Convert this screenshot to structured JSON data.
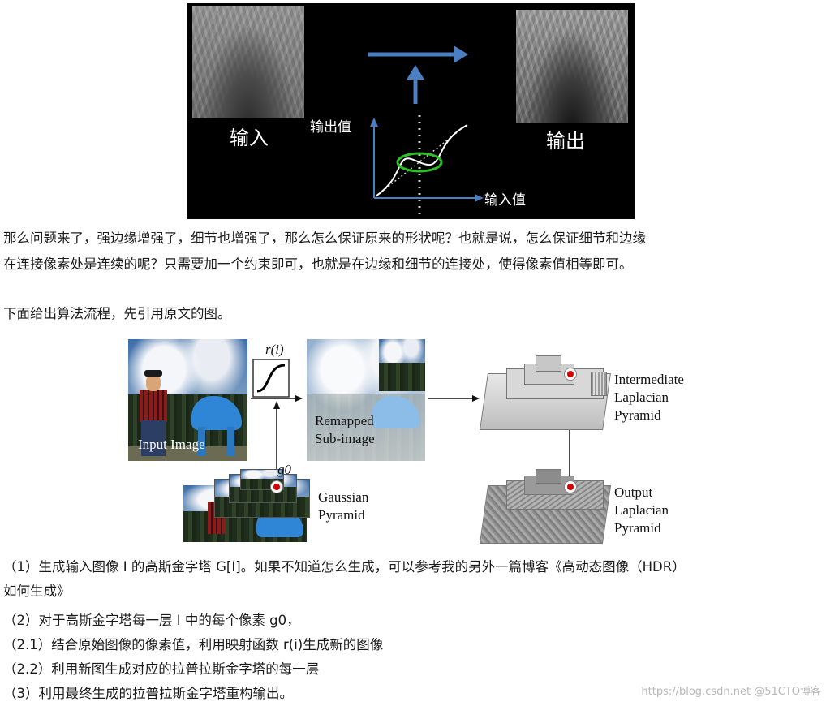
{
  "figure1": {
    "input_label": "输入",
    "output_label": "输出",
    "y_axis_label": "输出值",
    "x_axis_label": "输入值",
    "colors": {
      "arrow": "#4a7fc1",
      "ellipse": "#2ec027",
      "background": "#000000"
    }
  },
  "paragraph1": {
    "line1": "那么问题来了，强边缘增强了，细节也增强了，那么怎么保证原来的形状呢？也就是说，怎么保证细节和边缘",
    "line2": "在连接像素处是连续的呢？只需要加一个约束即可，也就是在边缘和细节的连接处，使得像素值相等即可。"
  },
  "paragraph2": "下面给出算法流程，先引用原文的图。",
  "figure2": {
    "input_image_label": "Input Image",
    "function_label": "r(i)",
    "remapped_line1": "Remapped",
    "remapped_line2": "Sub-image",
    "g0_label": "g0",
    "gaussian_line1": "Gaussian",
    "gaussian_line2": "Pyramid",
    "intermediate_line1": "Intermediate",
    "intermediate_line2": "Laplacian",
    "intermediate_line3": "Pyramid",
    "output_line1": "Output",
    "output_line2": "Laplacian",
    "output_line3": "Pyramid"
  },
  "steps": {
    "s1_line1": "（1）生成输入图像 I 的高斯金字塔 G[I]。如果不知道怎么生成，可以参考我的另外一篇博客《高动态图像（HDR）",
    "s1_line2": "如何生成》",
    "s2": "（2）对于高斯金字塔每一层 I 中的每个像素 g0，",
    "s2_1": "（2.1）结合原始图像的像素值，利用映射函数 r(i)生成新的图像",
    "s2_2": "（2.2）利用新图生成对应的拉普拉斯金字塔的每一层",
    "s3": "（3）利用最终生成的拉普拉斯金字塔重构输出。"
  },
  "watermark": "https://blog.csdn.net @51CTO博客"
}
